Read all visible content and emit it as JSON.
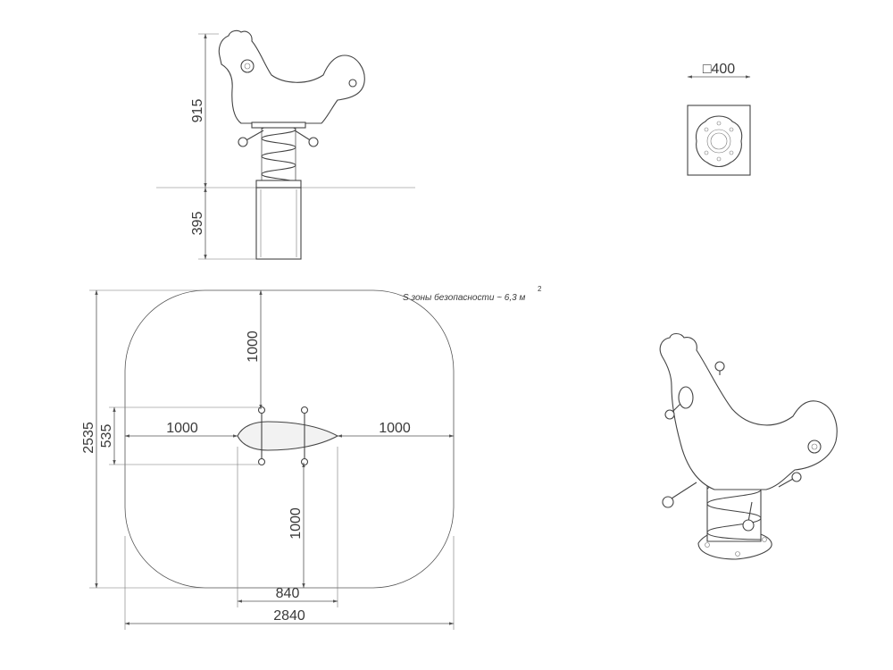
{
  "side_view": {
    "height_above_ground": "915",
    "depth_below_ground": "395"
  },
  "base_view": {
    "base_size": "□400"
  },
  "plan_view": {
    "safety_zone_note": "S зоны безопасности ~ 6,3 м",
    "safety_zone_note_superscript": "2",
    "clearance_top": "1000",
    "clearance_left": "1000",
    "clearance_right": "1000",
    "clearance_bottom": "1000",
    "zone_depth": "2535",
    "item_depth": "535",
    "item_length": "840",
    "zone_length": "2840"
  }
}
